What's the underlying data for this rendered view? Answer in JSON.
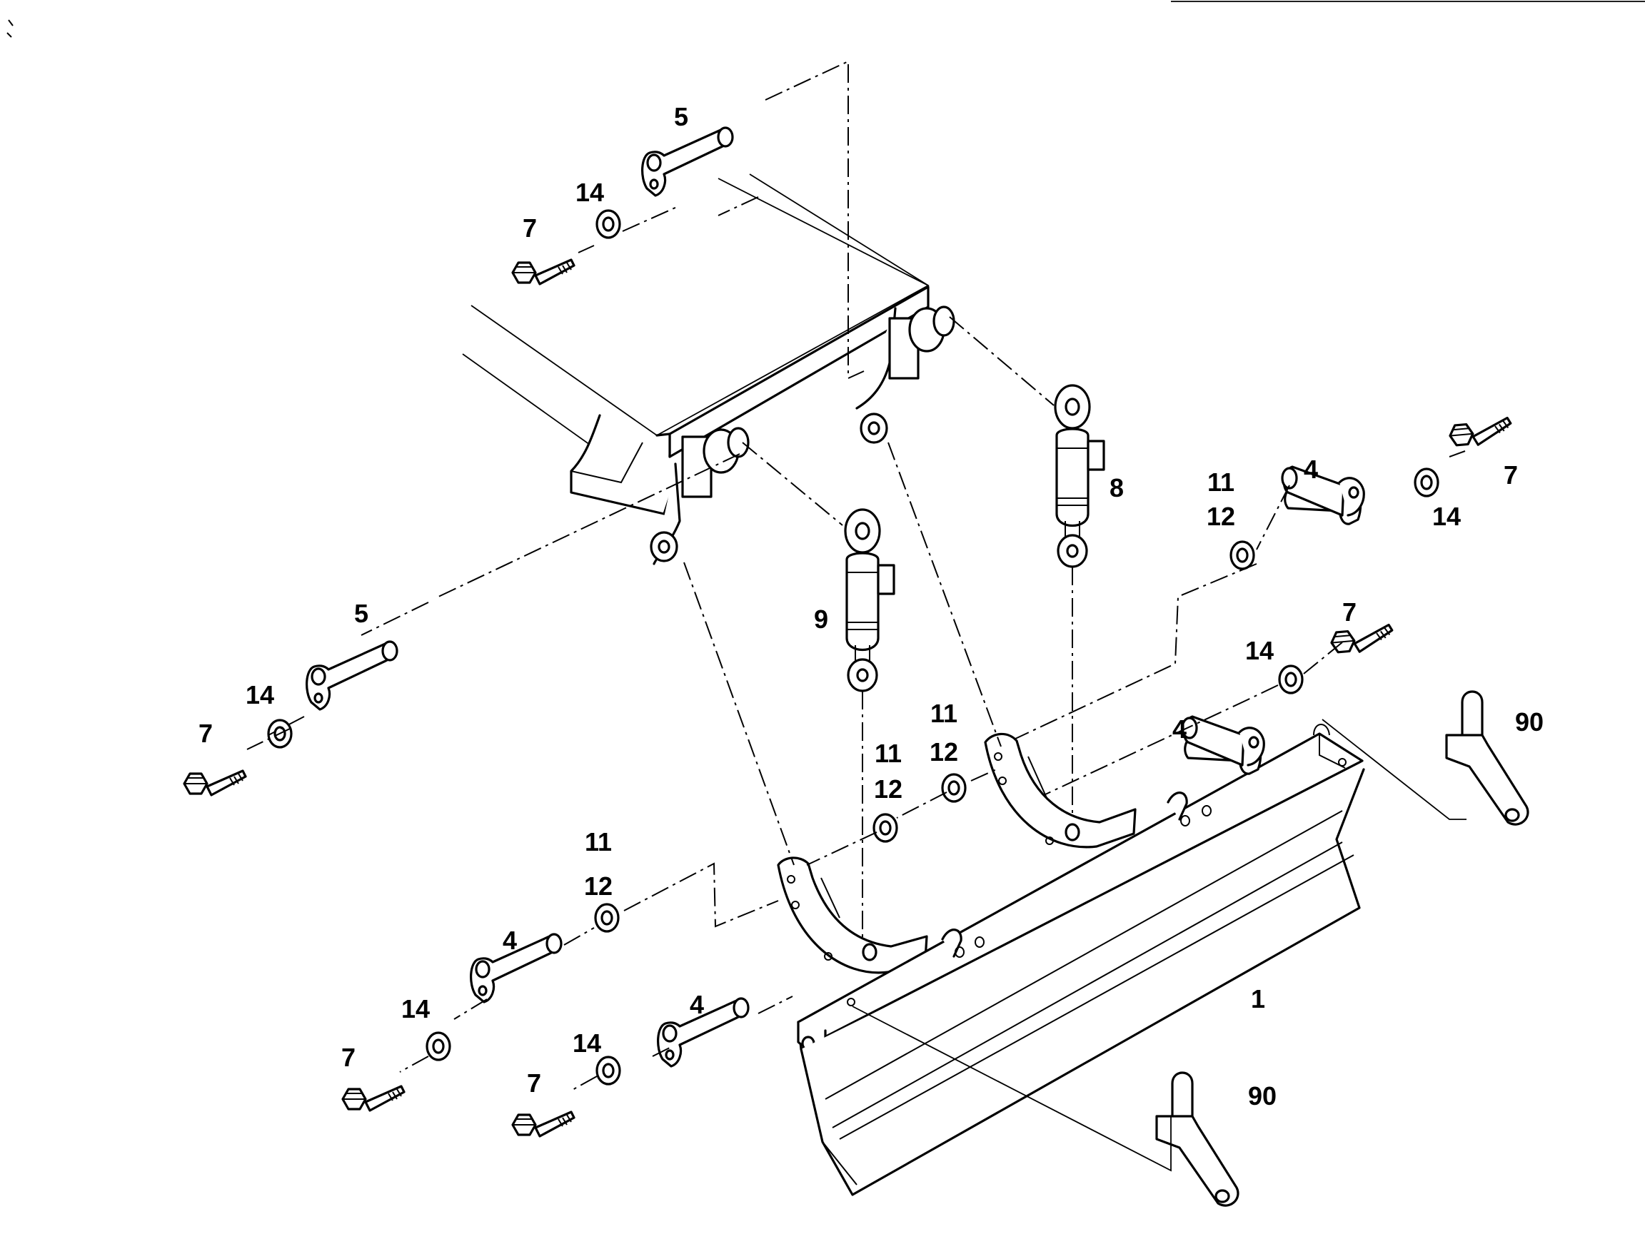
{
  "callouts": {
    "blade": "1",
    "pin": "4",
    "pin_lock": "5",
    "bolt": "7",
    "cylinder_right": "8",
    "cylinder_left": "9",
    "shim": "11",
    "washer_alt": "12",
    "washer": "14",
    "bracket": "90"
  },
  "colors": {
    "line": "#000000",
    "paper": "#ffffff"
  }
}
